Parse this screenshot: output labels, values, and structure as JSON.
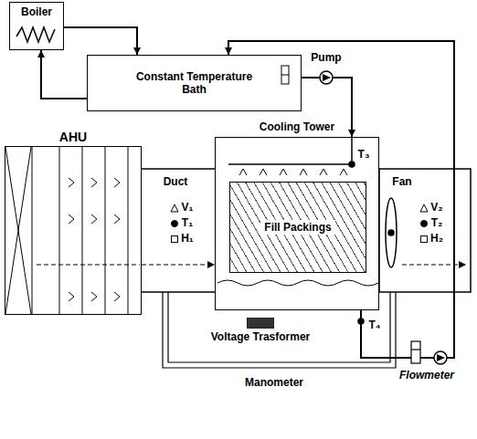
{
  "diagram": {
    "nodes": [
      {
        "text": [
          "Boiler"
        ]
      },
      {
        "text": [
          "Constant Temperature Bath"
        ]
      },
      {
        "text": [
          "AHU"
        ]
      },
      {
        "text": [
          "Cooling Tower"
        ]
      },
      {
        "text": [
          "Fill Packings"
        ],
        "in": 3
      },
      {
        "text": [
          "Voltage Trasformer"
        ]
      }
    ],
    "edges": [
      {
        "from": 0,
        "to": 1,
        "arrow": "to"
      },
      {
        "from": 1,
        "to": 0,
        "arrow": "to"
      },
      {
        "from": 1,
        "to": 3,
        "arrow": "to"
      },
      {
        "from": 3,
        "to": 1,
        "arrow": "to"
      },
      {
        "from": 2,
        "to": 3,
        "arrow": "to"
      }
    ],
    "labels": [
      "Pump",
      "T₃",
      "Duct",
      "V₁",
      "T₁",
      "H₁",
      "Fan",
      "V₂",
      "T₂",
      "H₂",
      "T₄",
      "Flowmeter",
      "Manometer"
    ]
  }
}
